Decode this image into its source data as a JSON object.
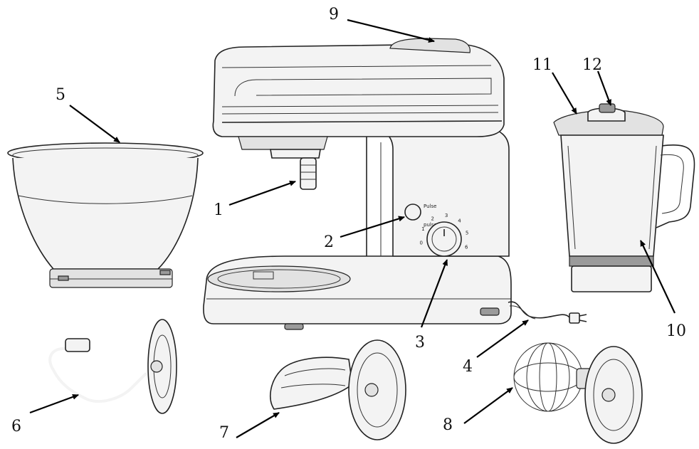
{
  "callouts": {
    "c1": "1",
    "c2": "2",
    "c3": "3",
    "c4": "4",
    "c5": "5",
    "c6": "6",
    "c7": "7",
    "c8": "8",
    "c9": "9",
    "c10": "10",
    "c11": "11",
    "c12": "12"
  },
  "speed_dial": {
    "button_top": "Pulse",
    "button_bottom": "pulse",
    "marks": [
      "0",
      "1",
      "2",
      "3",
      "4",
      "5",
      "6"
    ]
  }
}
